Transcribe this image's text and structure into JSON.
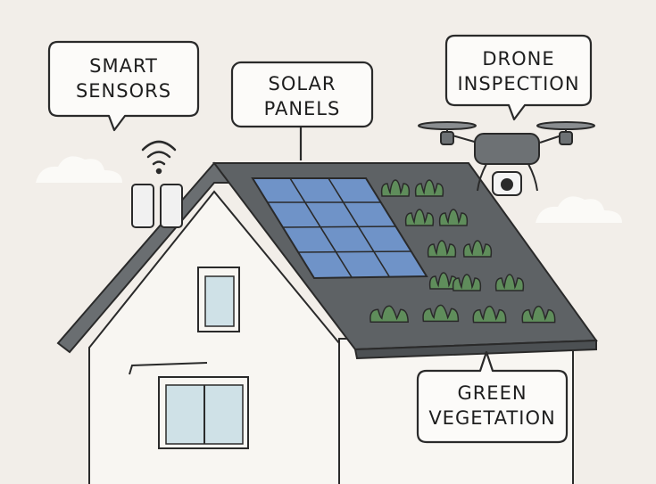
{
  "labels": {
    "smart_sensors": [
      "SMART",
      "SENSORS"
    ],
    "solar_panels": [
      "SOLAR",
      "PANELS"
    ],
    "drone_inspection": [
      "DRONE",
      "INSPECTION"
    ],
    "green_vegetation": [
      "GREEN",
      "VEGETATION"
    ]
  },
  "colors": {
    "background": "#f2eee9",
    "roof": "#5e6265",
    "wall": "#f8f6f2",
    "solar": "#6f93c8",
    "plant": "#5f8d5b",
    "window": "#cfe1e7"
  }
}
